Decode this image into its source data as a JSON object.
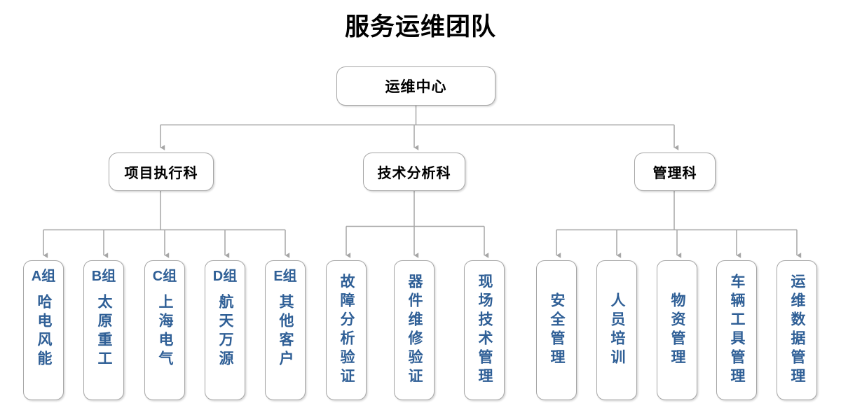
{
  "title": "服务运维团队",
  "colors": {
    "box_border": "#a6a6a6",
    "connector": "#a6a6a6",
    "title_text": "#000000",
    "leaf_text": "#2f5f96",
    "background": "#ffffff"
  },
  "root": {
    "label": "运维中心"
  },
  "departments": [
    {
      "label": "项目执行科"
    },
    {
      "label": "技术分析科"
    },
    {
      "label": "管理科"
    }
  ],
  "groups": [
    {
      "parent": "项目执行科",
      "leaves": [
        {
          "code": "A组",
          "name": "哈电风能"
        },
        {
          "code": "B组",
          "name": "太原重工"
        },
        {
          "code": "C组",
          "name": "上海电气"
        },
        {
          "code": "D组",
          "name": "航天万源"
        },
        {
          "code": "E组",
          "name": "其他客户"
        }
      ]
    },
    {
      "parent": "技术分析科",
      "leaves": [
        {
          "code": "",
          "name": "故障分析验证"
        },
        {
          "code": "",
          "name": "器件维修验证"
        },
        {
          "code": "",
          "name": "现场技术管理"
        }
      ]
    },
    {
      "parent": "管理科",
      "leaves": [
        {
          "code": "",
          "name": "安全管理"
        },
        {
          "code": "",
          "name": "人员培训"
        },
        {
          "code": "",
          "name": "物资管理"
        },
        {
          "code": "",
          "name": "车辆工具管理"
        },
        {
          "code": "",
          "name": "运维数据管理"
        }
      ]
    }
  ]
}
